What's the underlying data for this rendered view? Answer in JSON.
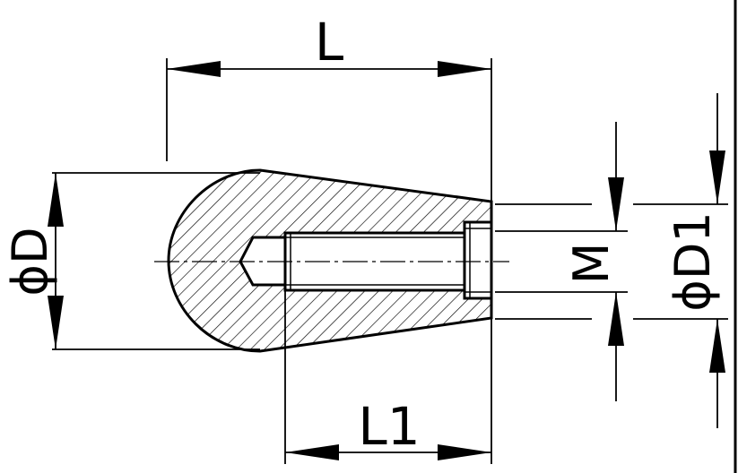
{
  "labels": {
    "L": "L",
    "L1": "L1",
    "D": "ϕD",
    "D1": "ϕD1",
    "M": "M"
  },
  "colors": {
    "line": "#000000",
    "background": "#ffffff"
  }
}
